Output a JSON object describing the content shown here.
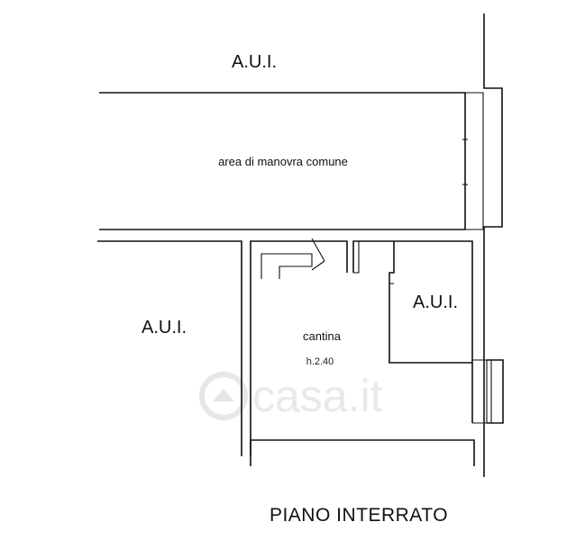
{
  "labels": {
    "aui_top": "A.U.I.",
    "area_manovra": "area di manovra comune",
    "aui_left": "A.U.I.",
    "aui_right": "A.U.I.",
    "cantina": "cantina",
    "height": "h.2.40",
    "title": "PIANO INTERRATO"
  },
  "watermark": {
    "text": "casa.it"
  }
}
